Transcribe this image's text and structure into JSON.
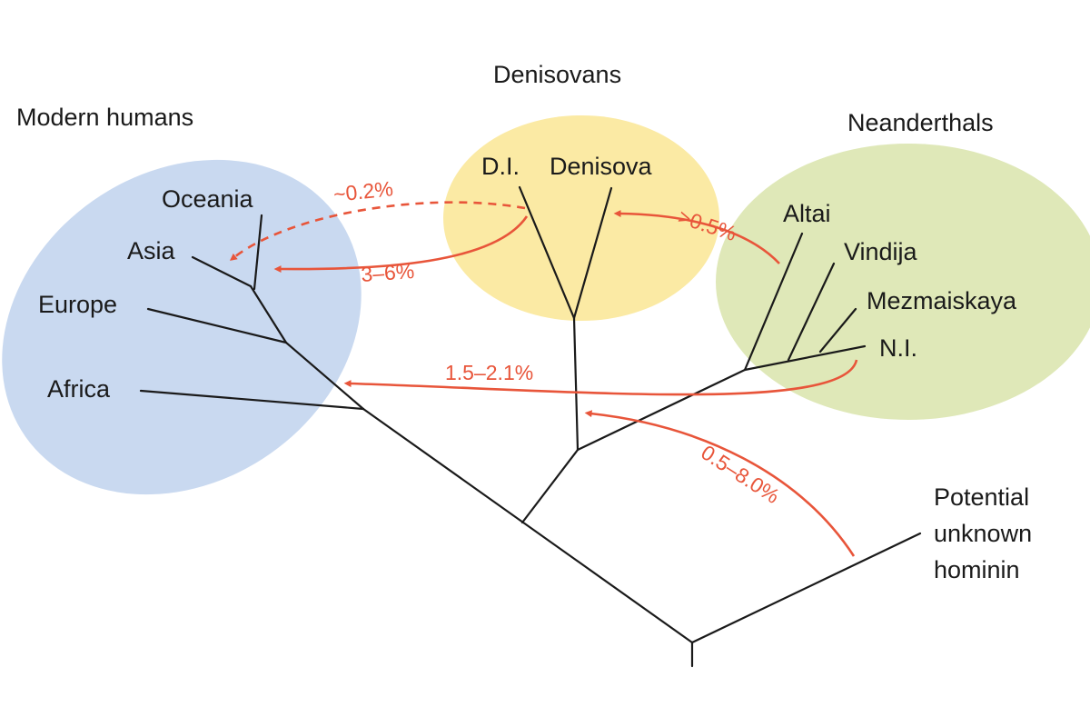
{
  "colors": {
    "modern_humans": "#c9d9f0",
    "denisovans": "#fbeaa4",
    "neanderthals": "#dfe8b8",
    "tree": "#1a1a1a",
    "gene_flow": "#e8553a"
  },
  "groups": {
    "modern_humans": "Modern humans",
    "denisovans": "Denisovans",
    "neanderthals": "Neanderthals"
  },
  "taxa": {
    "oceania": "Oceania",
    "asia": "Asia",
    "europe": "Europe",
    "africa": "Africa",
    "di": "D.I.",
    "denisova": "Denisova",
    "altai": "Altai",
    "vindija": "Vindija",
    "mezmaiskaya": "Mezmaiskaya",
    "ni": "N.I.",
    "unknown": [
      "Potential",
      "unknown",
      "hominin"
    ]
  },
  "gene_flow": {
    "denisovan_to_asia": "~0.2%",
    "denisovan_to_oceania": "3–6%",
    "neanderthal_to_denisovan": ">0.5%",
    "neanderthal_to_modern": "1.5–2.1%",
    "unknown_to_denisovan": "0.5–8.0%"
  }
}
